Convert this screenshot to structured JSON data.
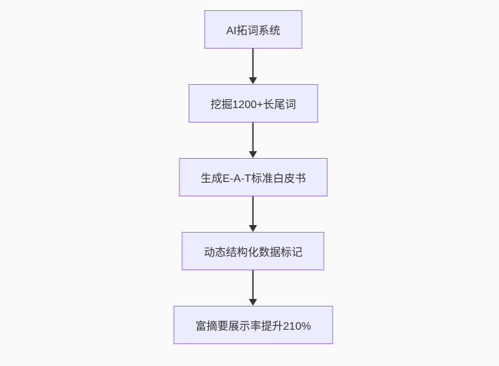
{
  "diagram": {
    "type": "flowchart",
    "direction": "top-down",
    "nodes": [
      {
        "id": "n1",
        "label": "AI拓词系统"
      },
      {
        "id": "n2",
        "label": "挖掘1200+长尾词"
      },
      {
        "id": "n3",
        "label": "生成E-A-T标准白皮书"
      },
      {
        "id": "n4",
        "label": "动态结构化数据标记"
      },
      {
        "id": "n5",
        "label": "富摘要展示率提升210%"
      }
    ],
    "edges": [
      {
        "from": "n1",
        "to": "n2",
        "style": "arrow"
      },
      {
        "from": "n2",
        "to": "n3",
        "style": "arrow"
      },
      {
        "from": "n3",
        "to": "n4",
        "style": "arrow"
      },
      {
        "from": "n4",
        "to": "n5",
        "style": "arrow"
      }
    ],
    "colors": {
      "background": "#fafafa",
      "node_fill": "#ececff",
      "node_border": "#9370db",
      "node_text": "#333333",
      "arrow": "#333333"
    }
  }
}
